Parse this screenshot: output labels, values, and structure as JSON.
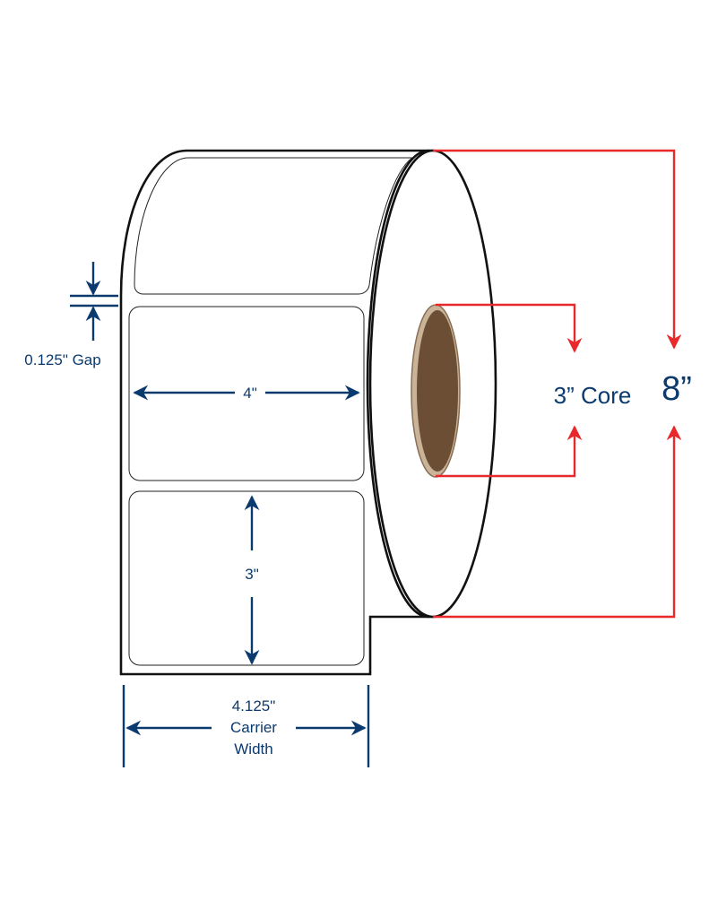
{
  "labels": {
    "gap": "0.125\" Gap",
    "label_width": "4\"",
    "label_height": "3\"",
    "carrier_line1": "4.125\"",
    "carrier_line2": "Carrier",
    "carrier_line3": "Width",
    "core": "3” Core",
    "roll_diameter": "8”"
  },
  "colors": {
    "dimension_navy": "#0b3a6e",
    "dimension_red": "#e8282a",
    "core_fill": "#6b4e33",
    "core_ring": "#c9b49a",
    "outline": "#111111"
  }
}
